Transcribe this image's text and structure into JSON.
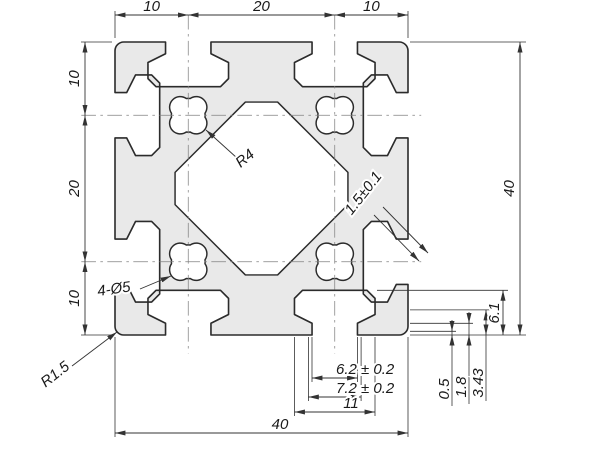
{
  "drawing": {
    "type": "aluminium-extrusion-profile-cross-section",
    "colors": {
      "profile_fill": "#e9e9e9",
      "line_color": "#2b2b2b",
      "dim_color": "#333333"
    },
    "dimensions": {
      "top": [
        "10",
        "20",
        "10"
      ],
      "left": [
        "10",
        "20",
        "10"
      ],
      "right_overall": "40",
      "bottom_overall": "40",
      "slot_detail": {
        "opening": "6.2 ± 0.2",
        "opening_outer": "7.2 ± 0.2",
        "inner_width": "11",
        "depth": "6.1",
        "chamfer": "0.5",
        "lip": "1.8",
        "flare": "3.43"
      },
      "callouts": {
        "inner_radius": "R4",
        "wall_thickness": "1.5±0.1",
        "bores": "4-Ø5",
        "outer_radius": "R1.5"
      }
    }
  }
}
